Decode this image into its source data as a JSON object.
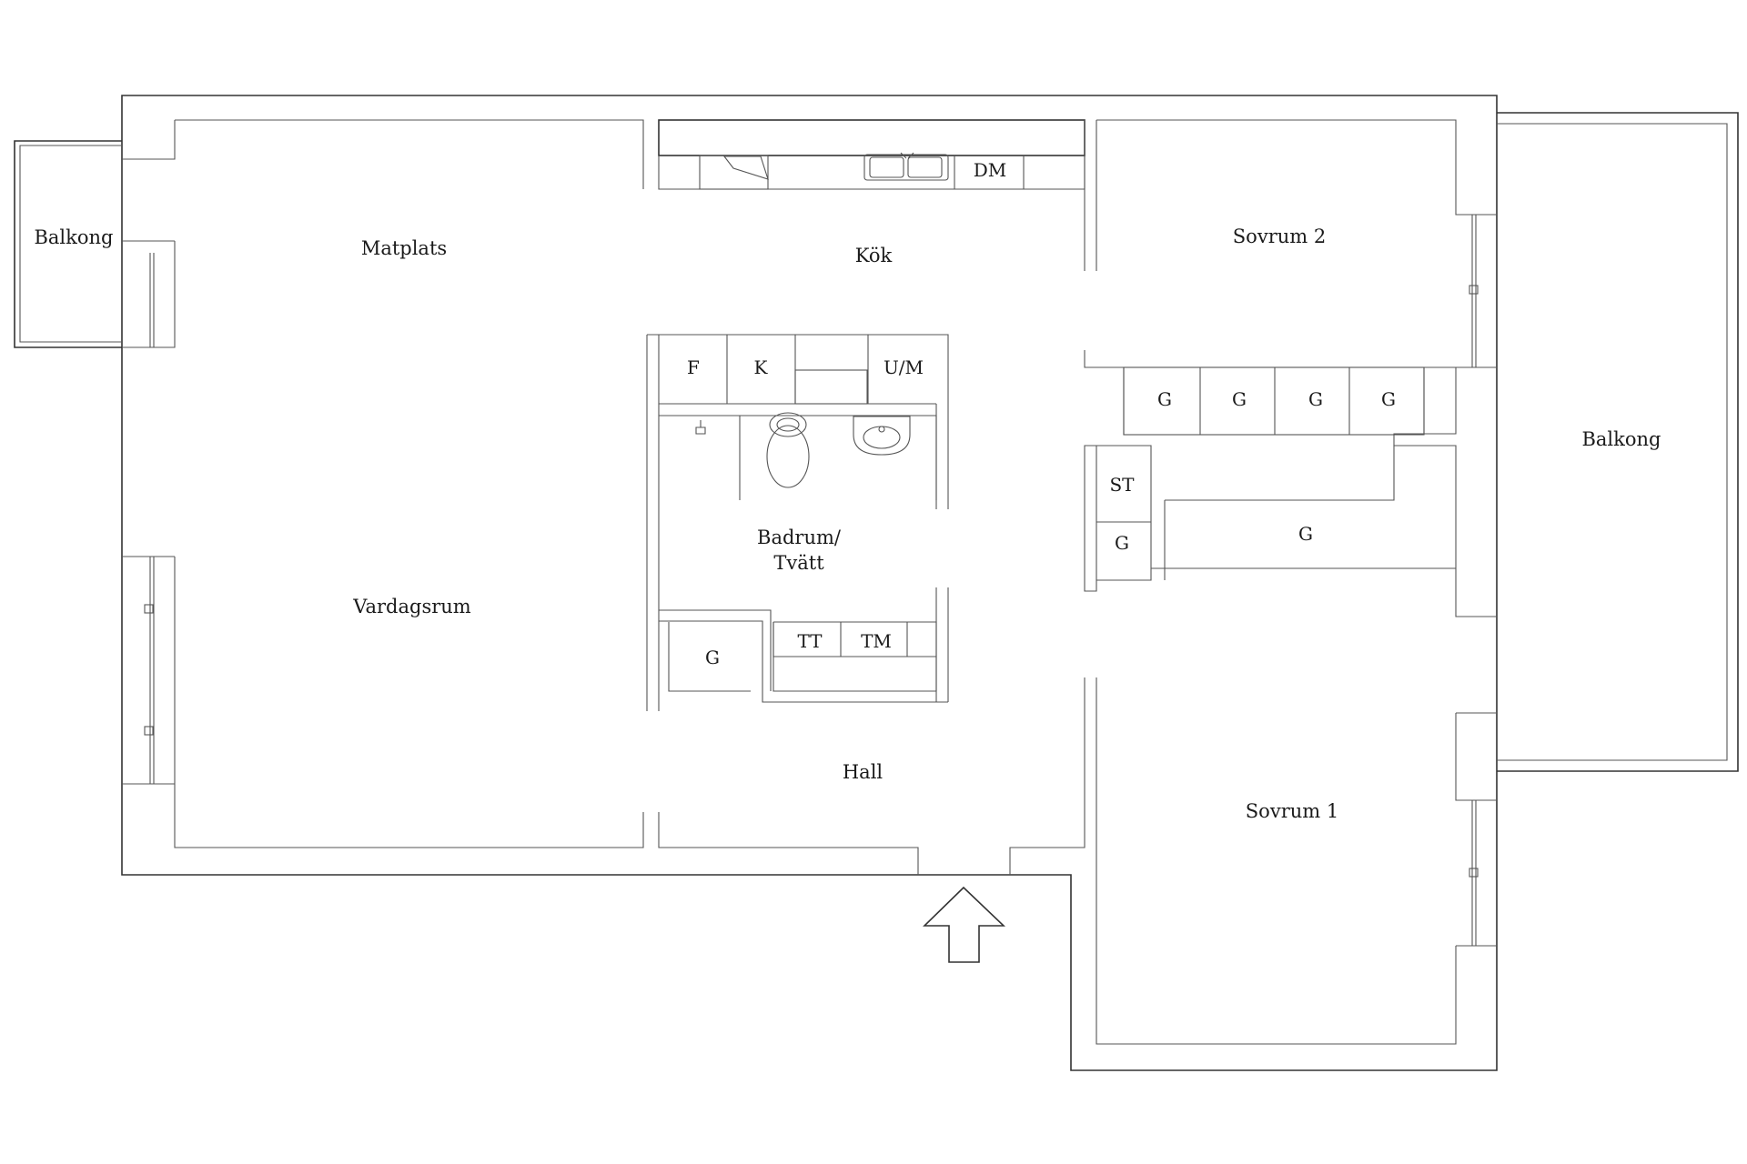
{
  "plan": {
    "rooms": {
      "balkong_left": "Balkong",
      "matplats": "Matplats",
      "kok": "Kök",
      "sovrum2": "Sovrum 2",
      "vardagsrum": "Vardagsrum",
      "badrum_line1": "Badrum/",
      "badrum_line2": "Tvätt",
      "hall": "Hall",
      "sovrum1": "Sovrum 1",
      "balkong_right": "Balkong"
    },
    "fixtures": {
      "dm": "DM",
      "f": "F",
      "k": "K",
      "um": "U/M",
      "tt": "TT",
      "tm": "TM",
      "st": "ST",
      "g": "G"
    },
    "icons": [
      "entrance-arrow-icon",
      "sink-icon",
      "toilet-icon",
      "washbasin-icon",
      "stove-icon",
      "window-icon"
    ]
  }
}
